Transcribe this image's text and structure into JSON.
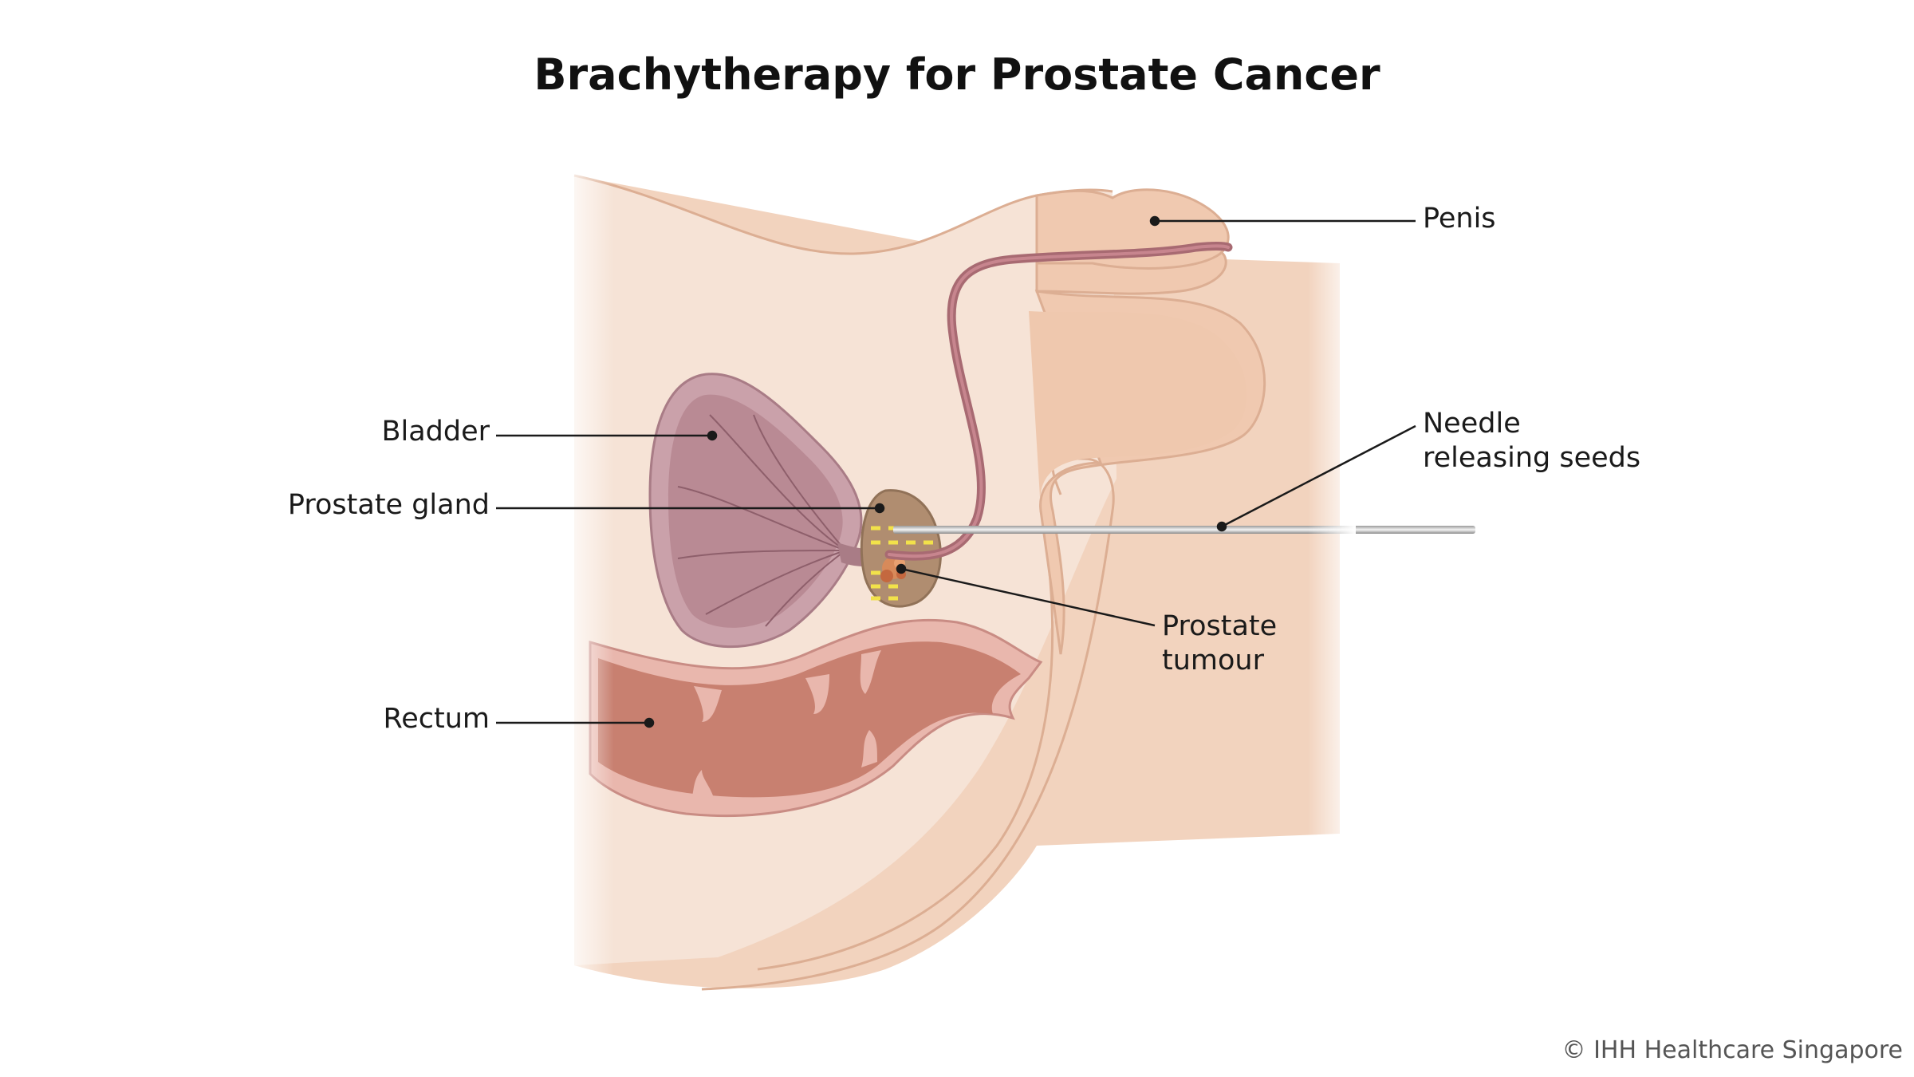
{
  "title": "Brachytherapy for Prostate Cancer",
  "labels": {
    "penis": "Penis",
    "needle": "Needle\nreleasing seeds",
    "bladder": "Bladder",
    "prostate_gland": "Prostate gland",
    "prostate_tumour": "Prostate\ntumour",
    "rectum": "Rectum"
  },
  "credit": "© IHH Healthcare Singapore",
  "colors": {
    "skin_light": "#f6e3d6",
    "skin": "#f2d0b9",
    "skin_dark": "#ecc3a8",
    "bladder": "#b98a94",
    "rectum": "#c88070",
    "prostate": "#b08d70",
    "seed": "#f2e24a",
    "urethra": "#a86a72"
  }
}
